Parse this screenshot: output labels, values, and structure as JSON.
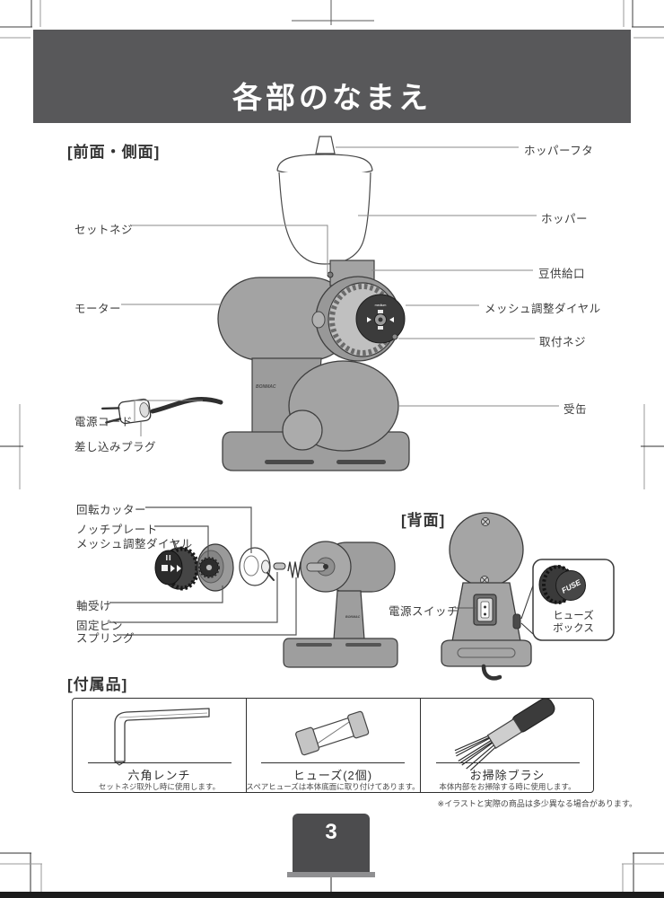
{
  "page": {
    "title": "各部のなまえ",
    "page_number": "3",
    "footnote": "※イラストと実際の商品は多少異なる場合があります。",
    "brand_logo": "BONMAC"
  },
  "front_section": {
    "heading": "[前面・側面]",
    "labels": {
      "hopper_lid": "ホッパーフタ",
      "hopper": "ホッパー",
      "bean_supply_port": "豆供給口",
      "mesh_dial": "メッシュ調整ダイヤル",
      "mount_screw": "取付ネジ",
      "receiving_can": "受缶",
      "set_screw": "セットネジ",
      "motor": "モーター",
      "power_cord": "電源コード",
      "plug": "差し込みプラグ"
    }
  },
  "exploded_section": {
    "labels": {
      "rotary_cutter": "回転カッター",
      "notch_plate": "ノッチプレート",
      "mesh_dial": "メッシュ調整ダイヤル",
      "bearing": "軸受け",
      "fixing_pin": "固定ピン",
      "spring": "スプリング"
    }
  },
  "back_section": {
    "heading": "[背面]",
    "power_switch": "電源スイッチ",
    "fuse_box_line1": "ヒューズ",
    "fuse_box_line2": "ボックス",
    "fuse_knob": "FUSE"
  },
  "accessories_section": {
    "heading": "[付属品]",
    "items": [
      {
        "name": "六角レンチ",
        "desc": "セットネジ取外し時に使用します。"
      },
      {
        "name": "ヒューズ(2個)",
        "desc": "スペアヒューズは本体底面に取り付けてあります。"
      },
      {
        "name": "お掃除ブラシ",
        "desc": "本体内部をお掃除する時に使用します。"
      }
    ]
  },
  "colors": {
    "banner": "#58585a",
    "page_tab": "#4c4c4e",
    "body_gray": "#a3a3a3",
    "dial_dark": "#3a3a3a"
  }
}
